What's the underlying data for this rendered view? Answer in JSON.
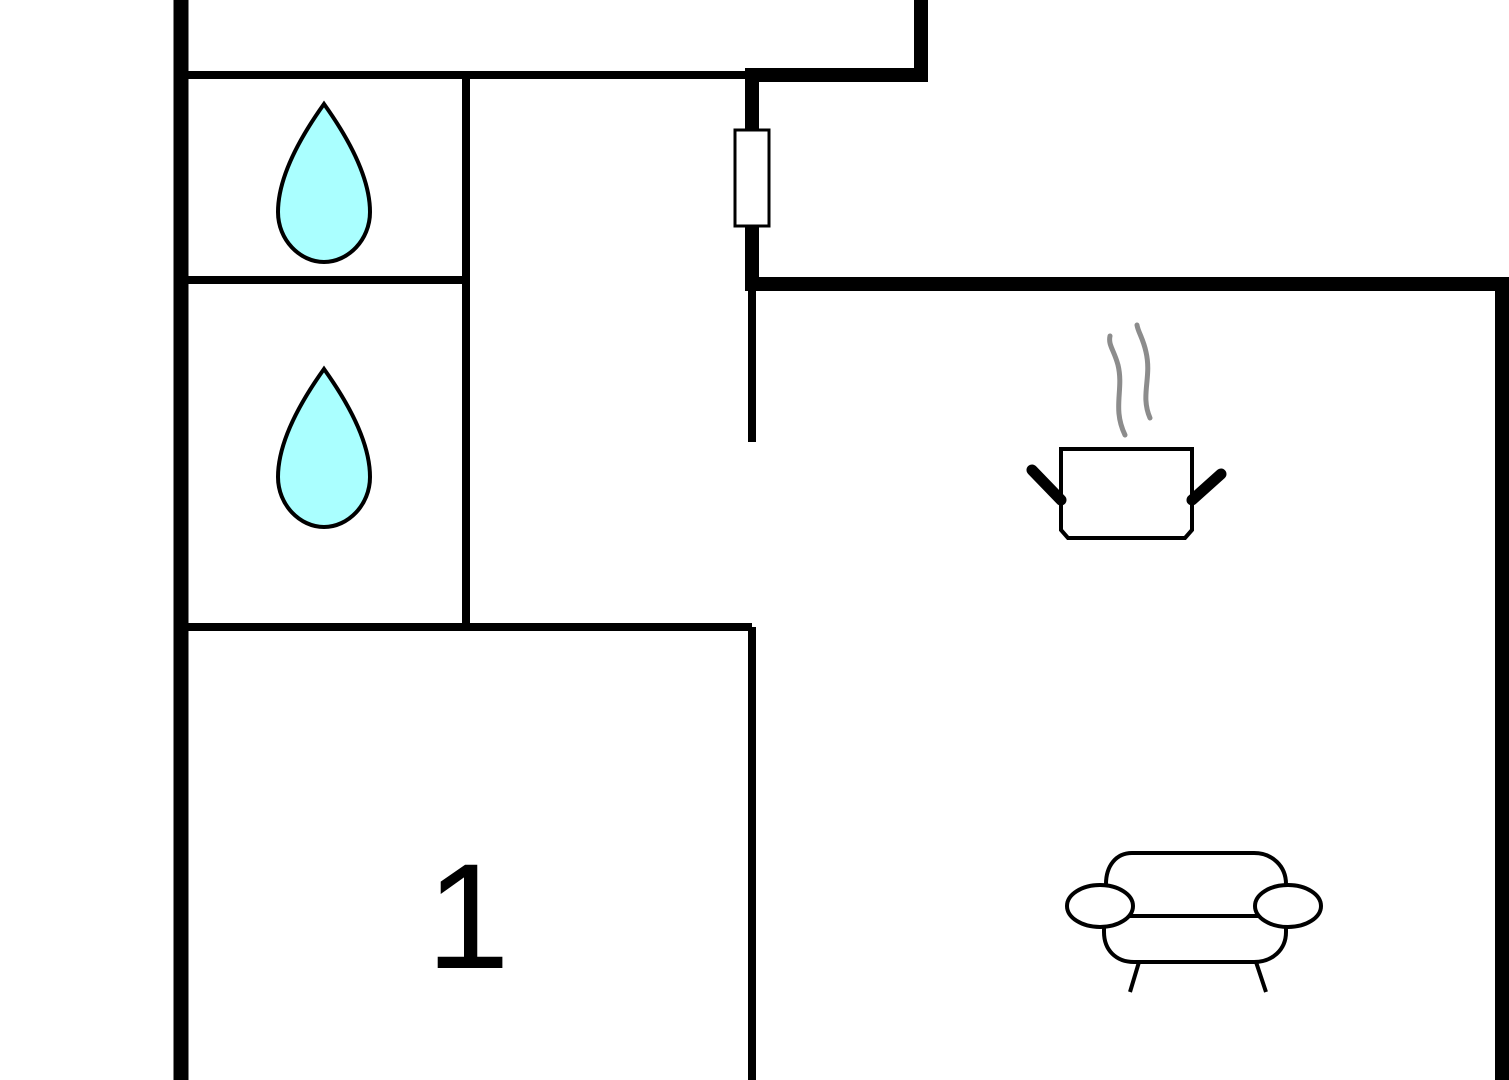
{
  "floorplan": {
    "background": "#ffffff",
    "wall_color": "#000000",
    "rooms": [
      {
        "id": "bathroom-1",
        "icon": "water-drop-icon",
        "icon_color": "#aaffff"
      },
      {
        "id": "bathroom-2",
        "icon": "water-drop-icon",
        "icon_color": "#aaffff"
      },
      {
        "id": "bedroom-1",
        "label": "1"
      },
      {
        "id": "kitchen-living",
        "icons": [
          "cooking-pot-icon",
          "armchair-icon"
        ]
      }
    ],
    "steam_color": "#8c8c8c"
  }
}
